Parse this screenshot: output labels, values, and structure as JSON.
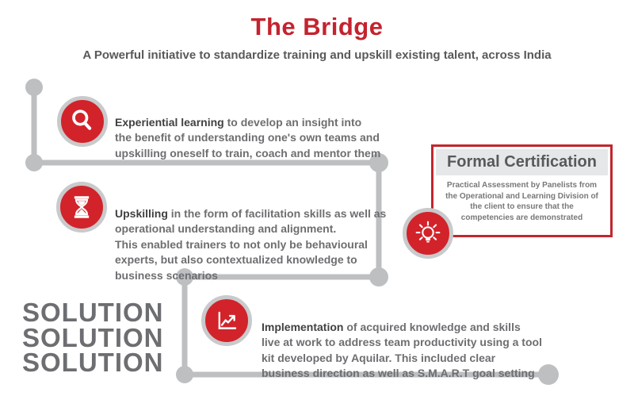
{
  "header": {
    "title": "The Bridge",
    "subtitle": "A Powerful initiative to standardize training and upskill existing talent, across India"
  },
  "steps": [
    {
      "icon": "magnifier",
      "lead": "Experiential learning",
      "text": " to develop an insight into\nthe benefit of understanding one's own teams and\nupskilling oneself to train, coach and mentor them"
    },
    {
      "icon": "hourglass",
      "lead": "Upskilling",
      "text": " in the form of facilitation skills as well as\noperational understanding and alignment.\nThis enabled trainers to not only be behavioural\nexperts, but also contextualized knowledge to\nbusiness scenarios"
    },
    {
      "icon": "line-chart",
      "lead": "Implementation",
      "text": " of acquired knowledge and skills\nlive at work to address team productivity using a tool\nkit developed by Aquilar. This included clear\nbusiness direction as well as S.M.A.R.T goal setting"
    }
  ],
  "certification": {
    "icon": "lightbulb",
    "title": "Formal Certification",
    "body": "Practical Assessment by Panelists from\nthe Operational and Learning Division of\nthe client to ensure that the\ncompetencies are demonstrated"
  },
  "solution_watermark": {
    "line1": "SOLUTION",
    "line2": "SOLUTION",
    "line3": "SOLUTION"
  },
  "colors": {
    "title_red": "#C4232E",
    "icon_red": "#D2232A",
    "cert_border_red": "#C1272D",
    "path_gray": "#BDBFC1",
    "icon_ring_gray": "#C8CACC",
    "text_dark": "#414042",
    "text_gray": "#6D6E71",
    "cert_header_bg": "#E6E7E8"
  }
}
